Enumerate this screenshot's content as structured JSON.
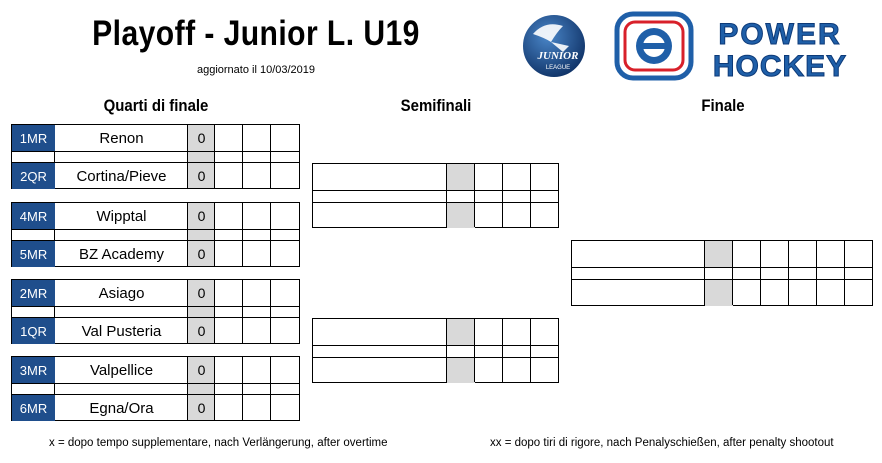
{
  "header": {
    "title": "Playoff - Junior L. U19",
    "updated": "aggiornato il 10/03/2019"
  },
  "logos": {
    "junior_league": {
      "line1": "JUNIOR",
      "line2": "LEAGUE"
    },
    "power_hockey": {
      "line1": "POWER",
      "line2": "HOCKEY"
    }
  },
  "columns": {
    "quarterfinals": "Quarti di finale",
    "semifinals": "Semifinali",
    "final": "Finale"
  },
  "quarterfinals": [
    {
      "home": {
        "seed": "1MR",
        "team": "Renon",
        "score": "0"
      },
      "away": {
        "seed": "2QR",
        "team": "Cortina/Pieve",
        "score": "0"
      }
    },
    {
      "home": {
        "seed": "4MR",
        "team": "Wipptal",
        "score": "0"
      },
      "away": {
        "seed": "5MR",
        "team": "BZ Academy",
        "score": "0"
      }
    },
    {
      "home": {
        "seed": "2MR",
        "team": "Asiago",
        "score": "0"
      },
      "away": {
        "seed": "1QR",
        "team": "Val Pusteria",
        "score": "0"
      }
    },
    {
      "home": {
        "seed": "3MR",
        "team": "Valpellice",
        "score": "0"
      },
      "away": {
        "seed": "6MR",
        "team": "Egna/Ora",
        "score": "0"
      }
    }
  ],
  "footer": {
    "overtime_note": "x = dopo tempo supplementare, nach Verlängerung, after overtime",
    "shootout_note": "xx = dopo tiri di rigore, nach Penalyschießen, after penalty shootout"
  },
  "colors": {
    "seed_bg": "#1f4e8c",
    "score_shade": "#d9d9d9",
    "logo_blue": "#1f5fa8",
    "logo_red": "#d8202a"
  }
}
